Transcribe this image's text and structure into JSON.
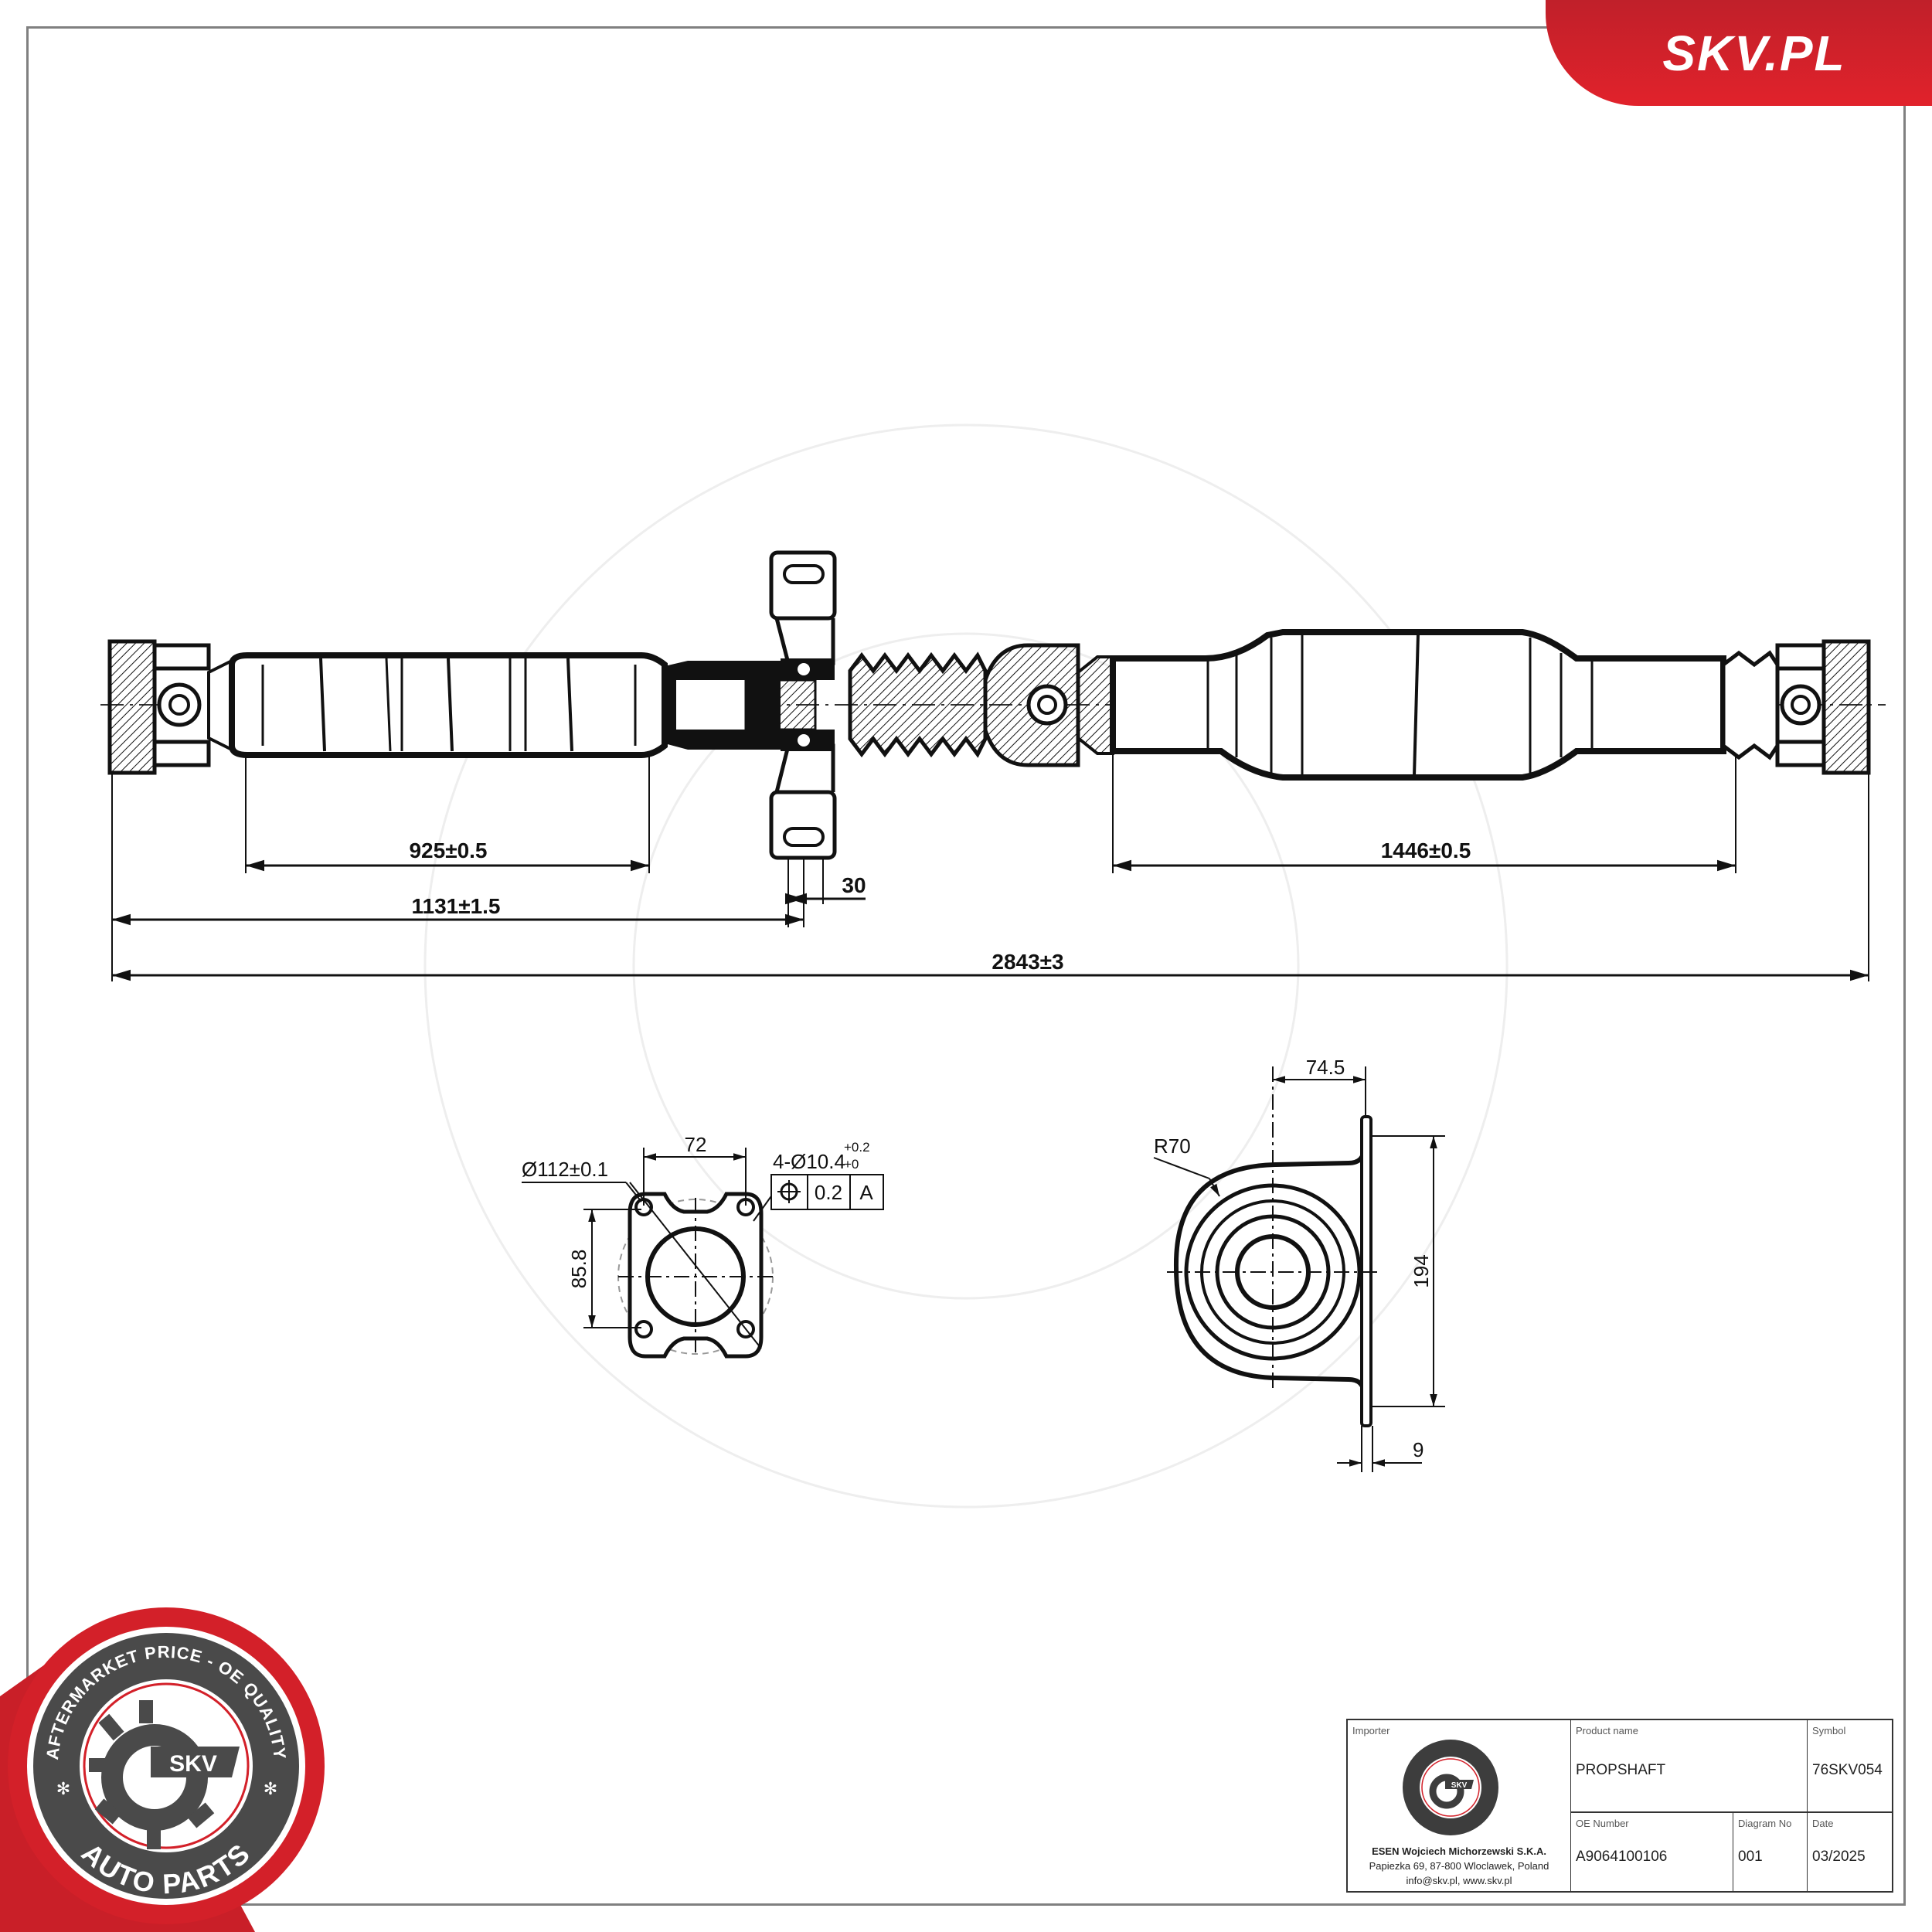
{
  "brand": {
    "logo_text": "SKV.PL",
    "accent_color": "#e1222b",
    "badge": {
      "top_text": "AFTERMARKET PRICE - OE QUALITY",
      "bottom_text": "AUTO PARTS",
      "center_text": "SKV",
      "ring_color": "#4a4a4a",
      "accent_color": "#d32029"
    }
  },
  "drawing": {
    "shaft": {
      "dimensions": {
        "front_tube_length": "925±0.5",
        "rear_tube_length": "1446±0.5",
        "front_section_length": "1131±1.5",
        "total_length": "2843±3",
        "bearing_slot_offset": "30"
      }
    },
    "flange_view": {
      "bolt_circle": "Ø112±0.1",
      "hole_spacing_horizontal": "72",
      "hole_spacing_vertical": "85.8",
      "holes": "4-Ø10.4",
      "hole_tolerance_upper": "+0.2",
      "hole_tolerance_lower": "+0",
      "position_tolerance_symbol": "⌖",
      "position_tolerance_value": "0.2",
      "datum": "A"
    },
    "center_bearing_view": {
      "radius": "R70",
      "center_to_mount": "74.5",
      "mount_hole_spacing": "194",
      "plate_thickness": "9"
    }
  },
  "title_block": {
    "importer_label": "Importer",
    "importer_company": "ESEN Wojciech Michorzewski S.K.A.",
    "importer_address": "Papiezka 69, 87-800 Wloclawek, Poland",
    "importer_contact": "info@skv.pl, www.skv.pl",
    "product_name_label": "Product name",
    "product_name": "PROPSHAFT",
    "symbol_label": "Symbol",
    "symbol": "76SKV054",
    "oe_number_label": "OE Number",
    "oe_number": "A9064100106",
    "diagram_no_label": "Diagram No",
    "diagram_no": "001",
    "date_label": "Date",
    "date": "03/2025"
  }
}
